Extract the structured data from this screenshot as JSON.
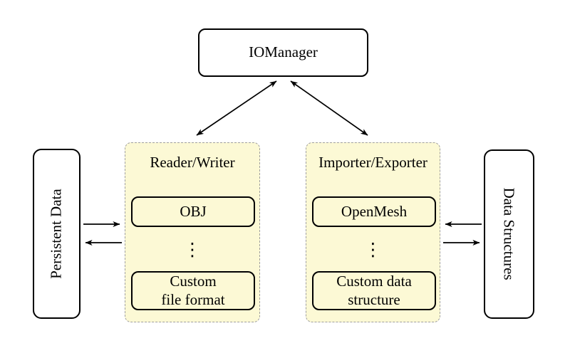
{
  "nodes": {
    "iomanager": "IOManager",
    "persistent_data": "Persistent Data",
    "data_structures": "Data Structures"
  },
  "groups": {
    "reader_writer": {
      "title": "Reader/Writer",
      "top_item": "OBJ",
      "ellipsis": "⋮",
      "bottom_item": "Custom\nfile format"
    },
    "importer_exporter": {
      "title": "Importer/Exporter",
      "top_item": "OpenMesh",
      "ellipsis": "⋮",
      "bottom_item": "Custom data\nstructure"
    }
  },
  "connections": [
    {
      "from": "iomanager",
      "to": "reader_writer",
      "bidirectional": true
    },
    {
      "from": "iomanager",
      "to": "importer_exporter",
      "bidirectional": true
    },
    {
      "from": "persistent_data",
      "to": "reader_writer",
      "bidirectional": false
    },
    {
      "from": "reader_writer",
      "to": "persistent_data",
      "bidirectional": false
    },
    {
      "from": "data_structures",
      "to": "importer_exporter",
      "bidirectional": false
    },
    {
      "from": "importer_exporter",
      "to": "data_structures",
      "bidirectional": false
    }
  ],
  "colors": {
    "background": "#ffffff",
    "group_fill": "#fcf9d5",
    "group_border": "#9f9f9f",
    "node_border": "#000000",
    "arrow": "#000000"
  }
}
